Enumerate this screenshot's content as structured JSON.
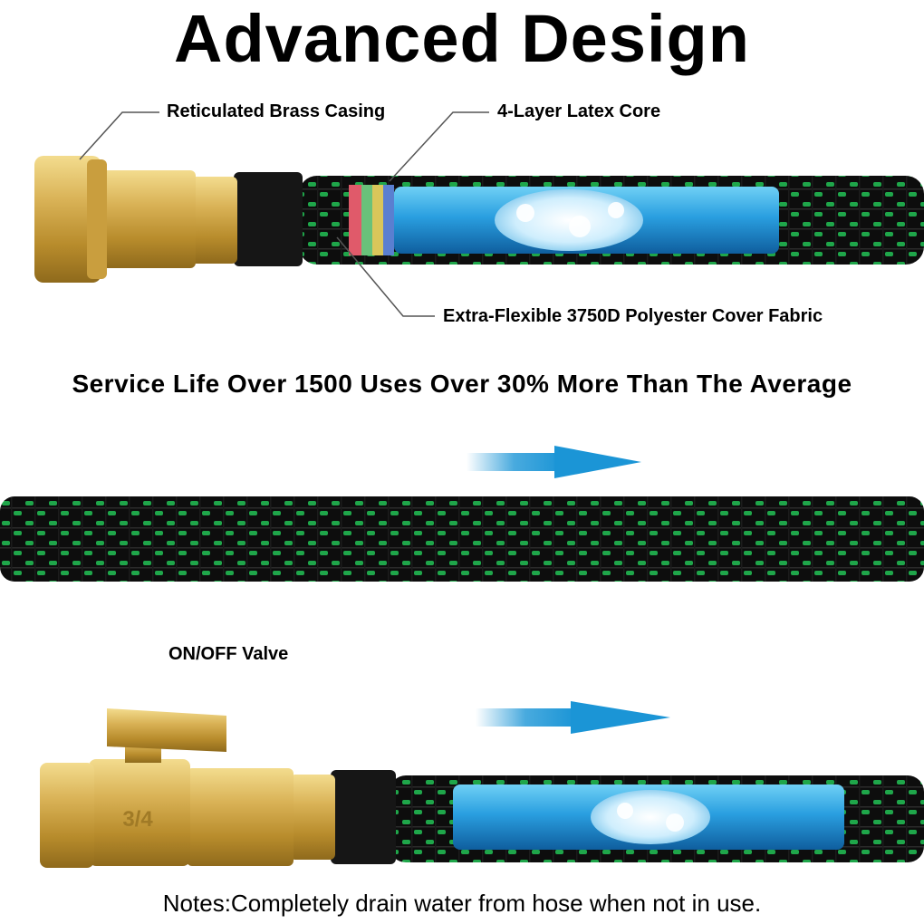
{
  "title": "Advanced Design",
  "callouts": {
    "brass_casing": "Reticulated Brass Casing",
    "latex_core": "4-Layer Latex Core",
    "cover_fabric": "Extra-Flexible 3750D Polyester Cover Fabric",
    "valve": "ON/OFF Valve"
  },
  "headline": "Service Life Over 1500 Uses Over 30% More Than The Average",
  "fitting_marking": "3/4",
  "notes": "Notes:Completely drain water from hose when not in use.",
  "colors": {
    "brass": "#d8b45a",
    "hose_black": "#0d0d0d",
    "weave_green": "#1fa64a",
    "core_blue": "#2a9fe0",
    "arrow_blue": "#1b95d6"
  }
}
